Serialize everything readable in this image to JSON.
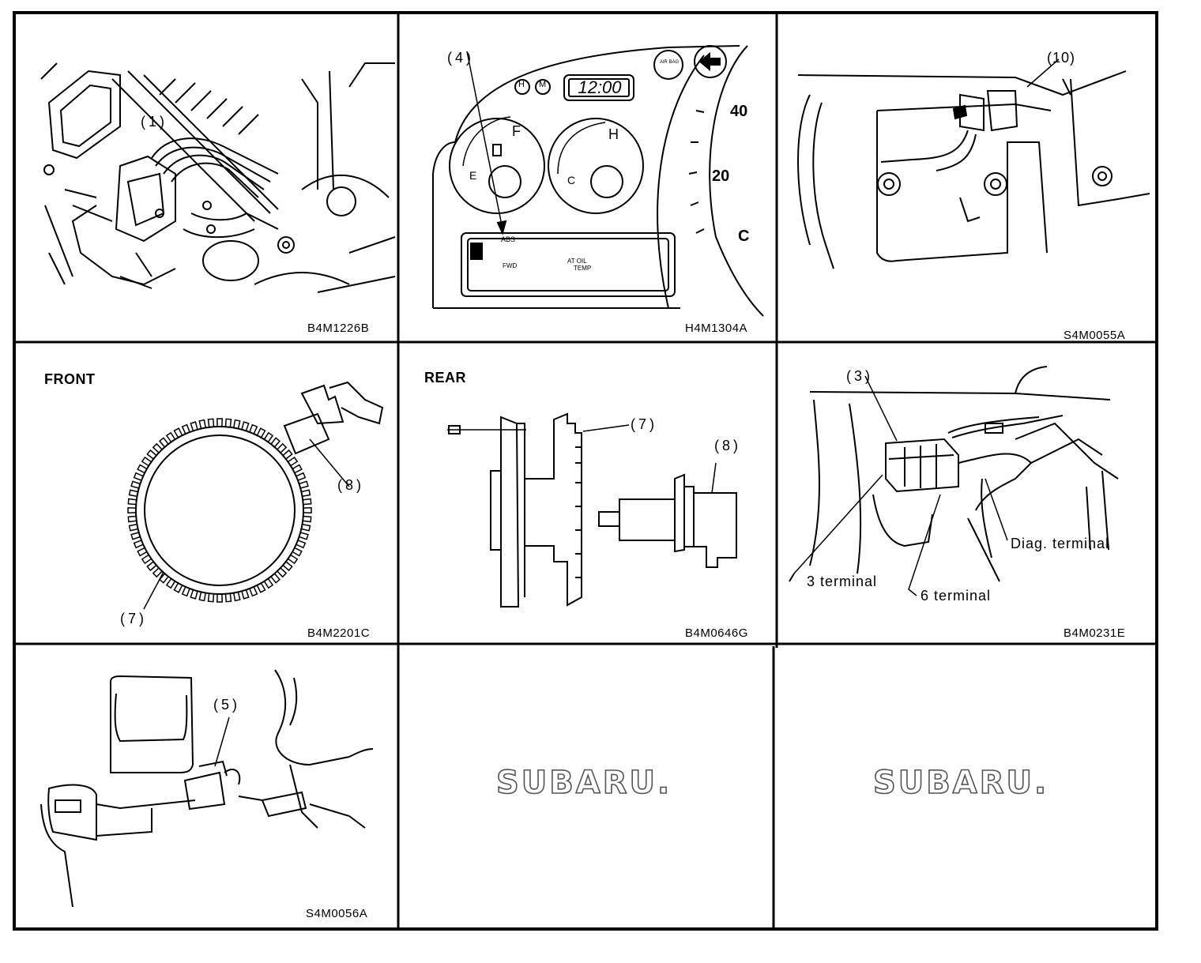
{
  "panels": [
    {
      "code": "B4M1226B",
      "callouts": [
        "(1)"
      ]
    },
    {
      "code": "H4M1304A",
      "callouts": [
        "(4)"
      ],
      "clock": "12:00",
      "airbag": "AIR BAG",
      "gauge_letters": [
        "F",
        "E",
        "H",
        "C",
        "H",
        "M"
      ],
      "warning": {
        "abs": "ABS",
        "fwd": "FWD",
        "at_oil": "AT OIL",
        "temp": "TEMP"
      },
      "speed_marks": [
        "40",
        "20",
        "C"
      ]
    },
    {
      "code": "S4M0055A",
      "callouts": [
        "(10)"
      ]
    },
    {
      "code": "B4M2201C",
      "heading": "FRONT",
      "callouts": [
        "(8)",
        "(7)"
      ]
    },
    {
      "code": "B4M0646G",
      "heading": "REAR",
      "callouts": [
        "(7)",
        "(8)"
      ]
    },
    {
      "code": "B4M0231E",
      "callouts": [
        "(3)"
      ],
      "terminals": [
        "Diag. terminal",
        "3 terminal",
        "6 terminal"
      ]
    },
    {
      "code": "S4M0056A",
      "callouts": [
        "(5)"
      ]
    },
    {
      "logo": "SUBARU."
    },
    {
      "logo": "SUBARU."
    }
  ],
  "colors": {
    "line": "#000000",
    "logo_outline": "#555555",
    "background": "#ffffff"
  }
}
